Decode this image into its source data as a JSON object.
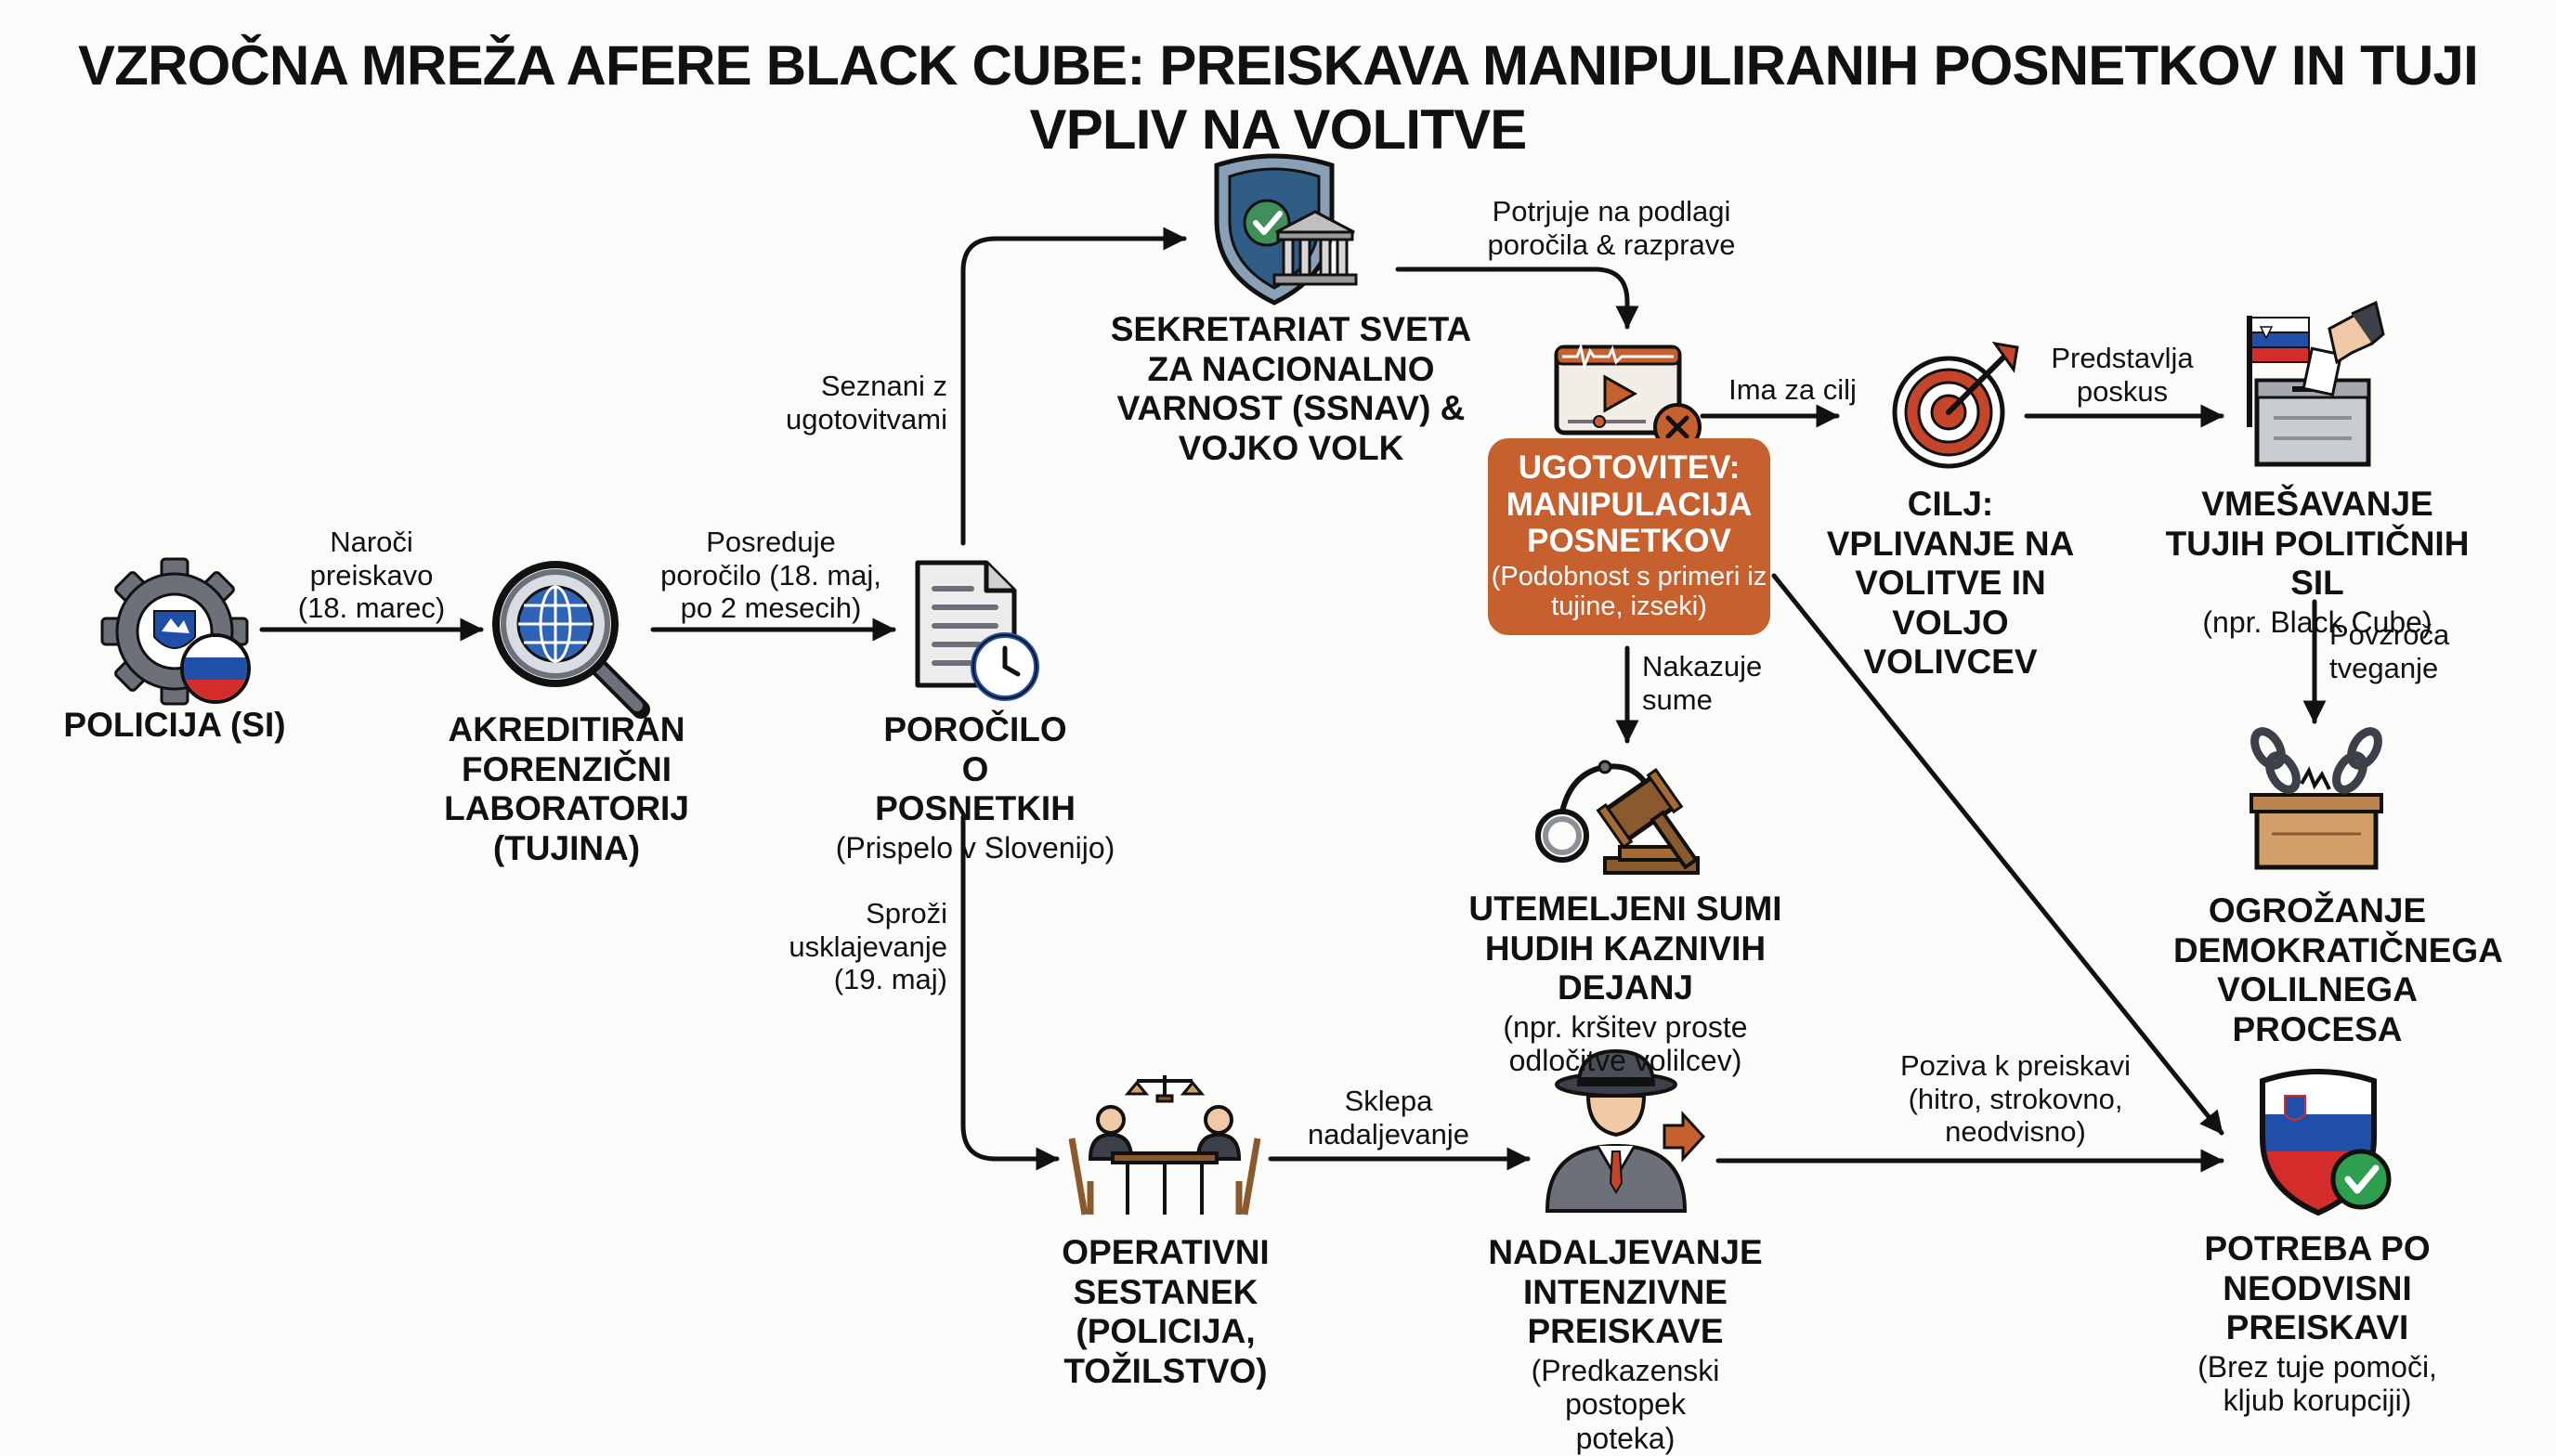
{
  "title": "VZROČNA MREŽA AFERE BLACK CUBE: PREISKAVA MANIPULIRANIH POSNETKOV IN TUJI VPLIV NA VOLITVE",
  "colors": {
    "accent": "#c7602f",
    "text": "#111111",
    "slovenia_white": "#ffffff",
    "slovenia_blue": "#1f4fa8",
    "slovenia_red": "#d42b2b",
    "shield_green": "#3f8f5a",
    "check_green": "#2e9e4f",
    "target_red": "#c4452a",
    "wood_brown": "#8a5a2e",
    "icon_gray": "#6b7079"
  },
  "nodes": {
    "police": {
      "title": "POLICIJA (SI)",
      "icon": "gear-flag-icon"
    },
    "lab": {
      "title": "AKREDITIRAN FORENZIČNI LABORATORIJ (TUJINA)",
      "icon": "magnifier-globe-icon"
    },
    "report": {
      "title": "POROČILO O POSNETKIH",
      "subtitle": "(Prispelo v Slovenijo)",
      "icon": "document-clock-icon"
    },
    "ssnav": {
      "title": "SEKRETARIAT SVETA ZA NACIONALNO VARNOST (SSNAV) & VOJKO VOLK",
      "icon": "shield-building-icon"
    },
    "finding": {
      "title": "UGOTOVITEV: MANIPULACIJA POSNETKOV",
      "subtitle": "(Podobnost s primeri iz tujine, izseki)",
      "icon": "video-manipulated-icon"
    },
    "goal": {
      "title": "CILJ: VPLIVANJE NA VOLITVE IN VOLJO VOLIVCEV",
      "icon": "target-icon"
    },
    "foreign": {
      "title": "VMEŠAVANJE TUJIH POLITIČNIH SIL",
      "subtitle": "(npr. Black Cube)",
      "icon": "ballot-box-icon"
    },
    "threat": {
      "title": "OGROŽANJE DEMOKRATIČNEGA VOLILNEGA PROCESA",
      "icon": "broken-chain-box-icon"
    },
    "crimes": {
      "title": "UTEMELJENI SUMI HUDIH KAZNIVIH DEJANJ",
      "subtitle": "(npr. kršitev proste odločitve volilcev)",
      "icon": "gavel-handcuffs-icon"
    },
    "meeting": {
      "title": "OPERATIVNI SESTANEK (POLICIJA, TOŽILSTVO)",
      "icon": "meeting-scales-icon"
    },
    "continue": {
      "title": "NADALJEVANJE INTENZIVNE PREISKAVE",
      "subtitle": "(Predkazenski postopek poteka)",
      "icon": "detective-icon"
    },
    "need": {
      "title": "POTREBA PO NEODVISNI PREISKAVI",
      "subtitle": "(Brez tuje pomoči, kljub korupciji)",
      "icon": "shield-flag-check-icon"
    }
  },
  "edges": {
    "police_lab": "Naroči\npreiskavo\n(18. marec)",
    "lab_report": "Posreduje\nporočilo (18. maj,\npo 2 mesecih)",
    "report_ssnav": "Seznani z\nugotovitvami",
    "ssnav_finding": "Potrjuje na podlagi\nporočila & razprave",
    "finding_goal": "Ima za cilj",
    "goal_foreign": "Predstavlja\nposkus",
    "foreign_threat": "Povzroča\ntveganje",
    "finding_crimes": "Nakazuje\nsume",
    "report_meeting": "Sproži\nusklajevanje\n(19. maj)",
    "meeting_continue": "Sklepa\nnadaljevanje",
    "continue_need": "Poziva k preiskavi\n(hitro, strokovno,\nneodvisno)"
  }
}
